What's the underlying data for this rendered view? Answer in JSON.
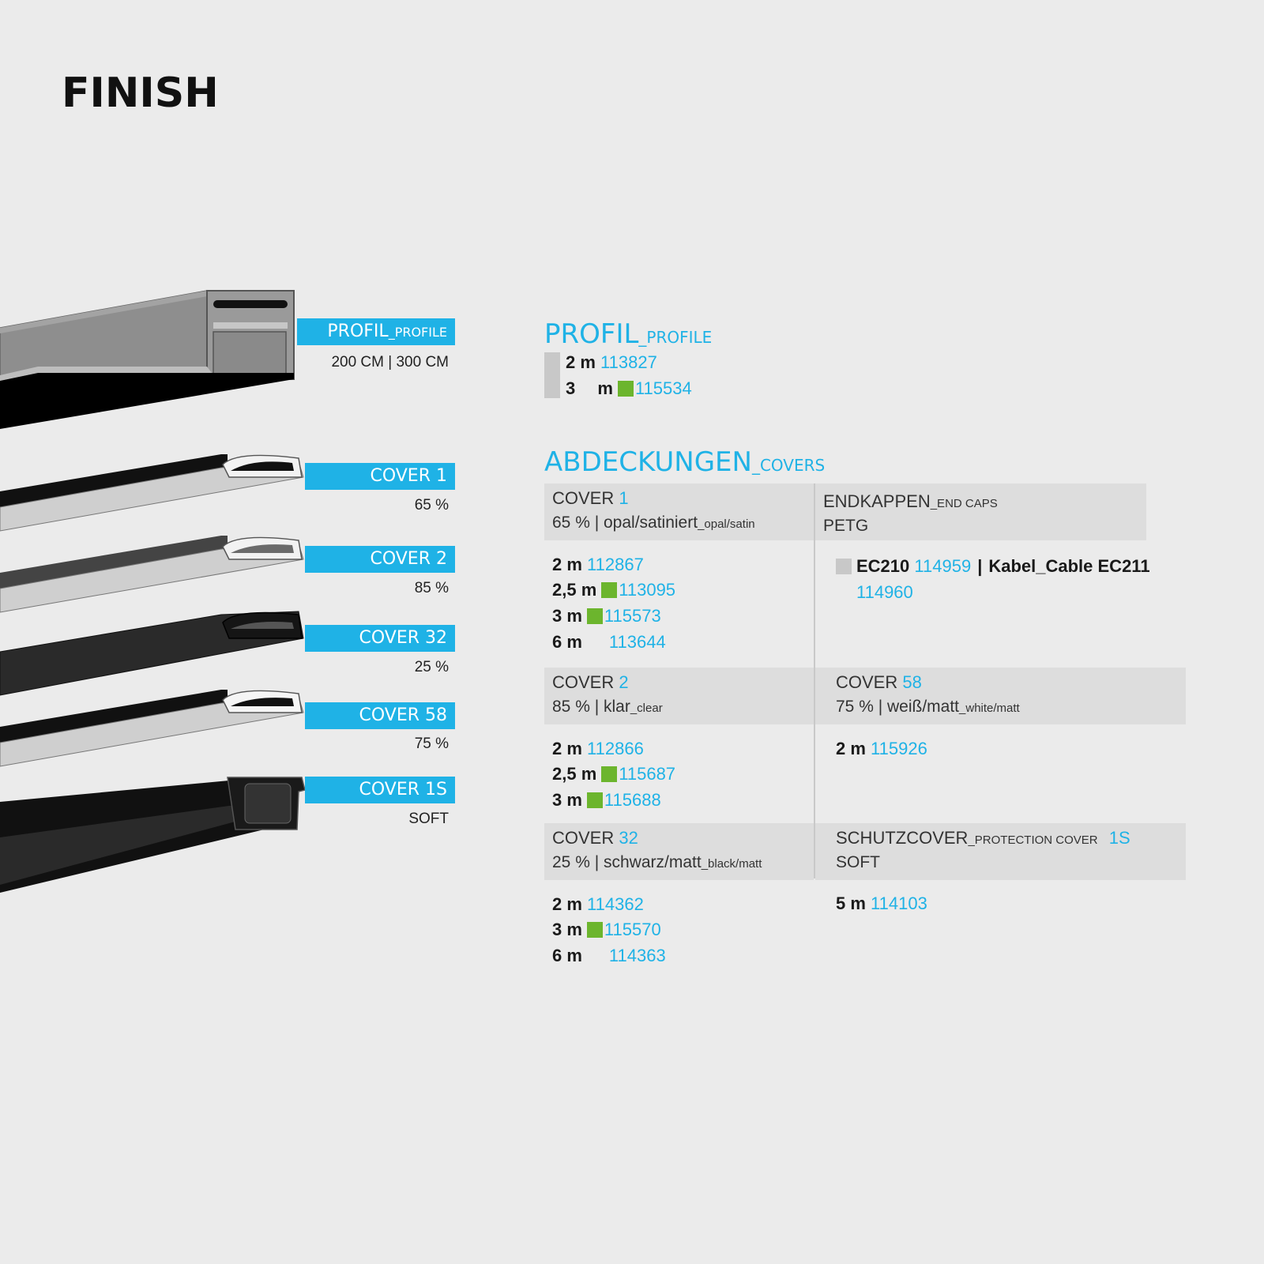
{
  "title": "FINISH",
  "left": {
    "tags": [
      {
        "main": "PROFIL",
        "suffix": "_PROFILE",
        "sub": "200 CM | 300 CM"
      },
      {
        "main": "COVER 1",
        "sub": "65 %"
      },
      {
        "main": "COVER 2",
        "sub": "85 %"
      },
      {
        "main": "COVER 32",
        "sub": "25 %"
      },
      {
        "main": "COVER 58",
        "sub": "75 %"
      },
      {
        "main": "COVER 1S",
        "sub": "SOFT"
      }
    ]
  },
  "profil": {
    "title": "PROFIL",
    "suffix": "_PROFILE",
    "rows": [
      {
        "len": "2 m",
        "code": "113827"
      },
      {
        "len": "3",
        "unit": "m",
        "code": "115534"
      }
    ]
  },
  "covers": {
    "title": "ABDECKUNGEN",
    "suffix": "_COVERS",
    "cover1": {
      "name": "COVER",
      "num": "1",
      "desc": "65 % | opal/satiniert",
      "desc_suffix": "_opal/satin",
      "rows": [
        {
          "len": "2 m",
          "code": "112867"
        },
        {
          "len": "2,5 m",
          "code": "113095"
        },
        {
          "len": "3 m",
          "code": "115573"
        },
        {
          "len": "6 m",
          "code": "113644"
        }
      ]
    },
    "endcaps": {
      "name": "ENDKAPPEN",
      "suffix": "_END CAPS",
      "material": "PETG",
      "item1": "EC210",
      "code1": "114959",
      "sep": "|",
      "item2": "Kabel_Cable EC211",
      "code2": "114960"
    },
    "cover2": {
      "name": "COVER",
      "num": "2",
      "desc": "85 % | klar",
      "desc_suffix": "_clear",
      "rows": [
        {
          "len": "2 m",
          "code": "112866"
        },
        {
          "len": "2,5 m",
          "code": "115687"
        },
        {
          "len": "3 m",
          "code": "115688"
        }
      ]
    },
    "cover58": {
      "name": "COVER",
      "num": "58",
      "desc": "75 % | weiß/matt",
      "desc_suffix": "_white/matt",
      "rows": [
        {
          "len": "2 m",
          "code": "115926"
        }
      ]
    },
    "cover32": {
      "name": "COVER",
      "num": "32",
      "desc": "25 % | schwarz/matt",
      "desc_suffix": "_black/matt",
      "rows": [
        {
          "len": "2 m",
          "code": "114362"
        },
        {
          "len": "3 m",
          "code": "115570"
        },
        {
          "len": "6 m",
          "code": "114363"
        }
      ]
    },
    "schutz": {
      "name": "SCHUTZCOVER",
      "suffix": "_PROTECTION COVER",
      "num": "1S",
      "material": "SOFT",
      "rows": [
        {
          "len": "5 m",
          "code": "114103"
        }
      ]
    }
  },
  "colors": {
    "accent": "#1fb2e6",
    "green": "#6cb52d",
    "grey_swatch": "#c8c8c8",
    "background": "#ebebeb"
  }
}
